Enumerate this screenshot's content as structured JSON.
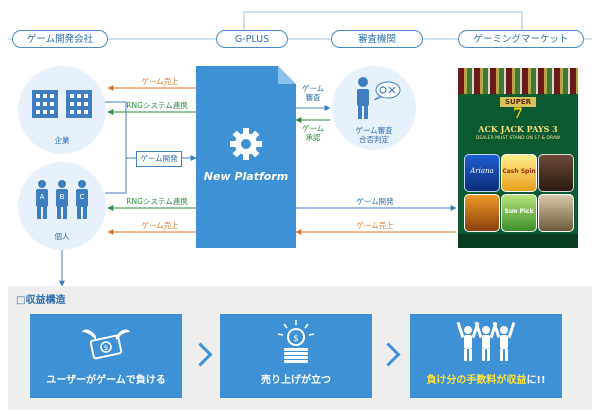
{
  "headers": {
    "developer": "ゲーム開発会社",
    "gplus": "G-PLUS",
    "review_org": "審査機関",
    "market": "ゲーミングマーケット"
  },
  "developer": {
    "company_label": "企業",
    "individual_label": "個人",
    "person_letters": [
      "A",
      "B",
      "C"
    ],
    "game_dev_box": "ゲーム開発"
  },
  "platform": {
    "title": "New Platform"
  },
  "review": {
    "caption_line1": "ゲーム審査",
    "caption_line2": "合否判定"
  },
  "arrows": {
    "sales_top": "ゲーム売上",
    "rng_top": "RNGシステム連携",
    "rng_bottom": "RNGシステム連携",
    "sales_bottom": "ゲーム売上",
    "review_req_1": "ゲーム",
    "review_req_2": "審査",
    "approval_1": "ゲーム",
    "approval_2": "承認",
    "market_dev": "ゲーム開発",
    "market_sales": "ゲーム売上"
  },
  "market_screen": {
    "banner_top": "SUPER",
    "banner_number": "7",
    "banner_line": "ACK JACK PAYS 3",
    "banner_sub": "DEALER MUST STAND ON 17 & DRAW",
    "tiles": [
      "Ariana",
      "Cash Spin",
      "",
      "",
      "Sun Pick",
      ""
    ]
  },
  "revenue": {
    "title": "□収益構造",
    "steps": [
      {
        "text": "ユーザーがゲームで負ける",
        "highlight": ""
      },
      {
        "text": "売り上げが立つ",
        "highlight": ""
      },
      {
        "text_prefix": "負け分の手数料が",
        "highlight": "収益",
        "text_suffix": "に!!"
      }
    ]
  },
  "colors": {
    "accent": "#3f91d6",
    "sales": "#e07a2c",
    "rng": "#2d8a3f",
    "highlight": "#ffe23a"
  }
}
